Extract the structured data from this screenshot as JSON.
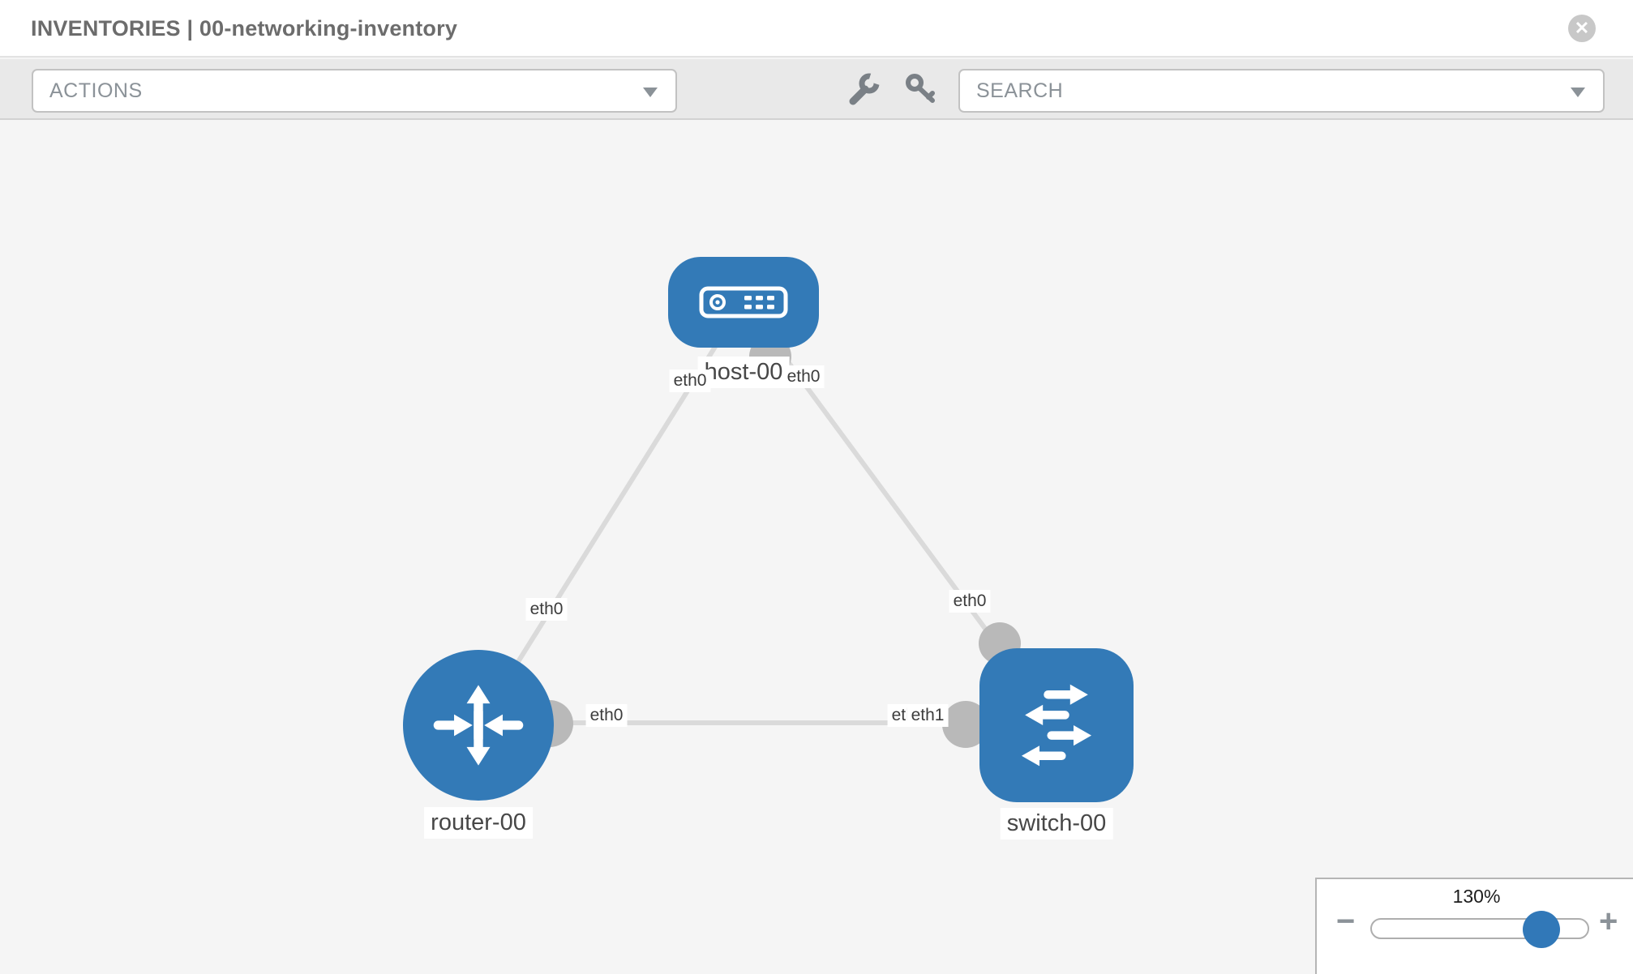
{
  "header": {
    "title": "INVENTORIES | 00-networking-inventory",
    "close_glyph": "✕"
  },
  "toolbar": {
    "actions_label": "ACTIONS",
    "search_placeholder": "SEARCH"
  },
  "topology": {
    "nodes": [
      {
        "id": "host-00",
        "type": "host",
        "label": "host-00"
      },
      {
        "id": "router-00",
        "type": "router",
        "label": "router-00"
      },
      {
        "id": "switch-00",
        "type": "switch",
        "label": "switch-00"
      }
    ],
    "links": [
      {
        "from_node": "router-00",
        "to_node": "host-00",
        "from_label": "eth0",
        "to_label": "eth0"
      },
      {
        "from_node": "switch-00",
        "to_node": "host-00",
        "from_label": "eth0",
        "to_label": "eth0"
      },
      {
        "from_node": "router-00",
        "to_node": "switch-00",
        "from_label": "eth0",
        "to_label": "eth1",
        "to_label_under": "eth0"
      }
    ]
  },
  "zoom_control": {
    "value": "130%",
    "minus_glyph": "−",
    "plus_glyph": "+"
  },
  "colors": {
    "node_blue": "#337ab7",
    "link_gray": "#dadada",
    "interface_dot_gray": "#b9b9b9",
    "toolbar_bg": "#e9e9e9",
    "canvas_bg": "#f5f5f5",
    "control_text": "#8b9298",
    "slider_handle_blue": "#3178b8"
  }
}
